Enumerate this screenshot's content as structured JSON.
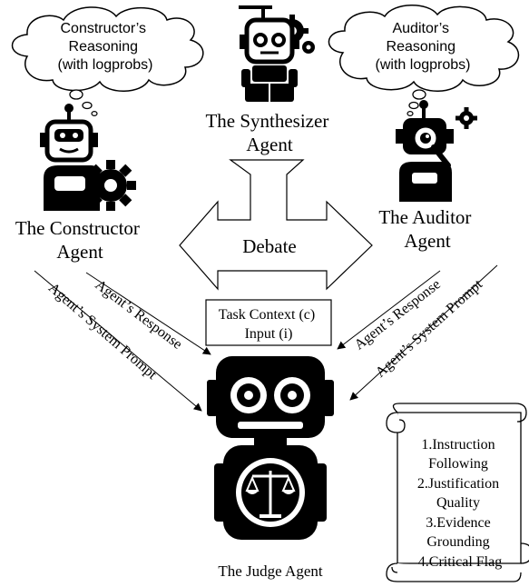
{
  "clouds": {
    "constructor": [
      "Constructor’s",
      "Reasoning",
      "(with logprobs)"
    ],
    "auditor": [
      "Auditor’s",
      "Reasoning",
      "(with logprobs)"
    ]
  },
  "agents": {
    "synthesizer": [
      "The Synthesizer",
      "Agent"
    ],
    "constructor": [
      "The Constructor",
      "Agent"
    ],
    "auditor": [
      "The Auditor",
      "Agent"
    ],
    "judge": "The Judge Agent"
  },
  "debate_label": "Debate",
  "task_box": [
    "Task Context (c)",
    "Input (i)"
  ],
  "arrow_labels": {
    "left_response": "Agent’s Response",
    "left_prompt": "Agent’s System Prompt",
    "right_response": "Agent’s Response",
    "right_prompt": "Agent’s System Prompt"
  },
  "criteria": [
    "1.Instruction",
    "Following",
    "2.Justification",
    "Quality",
    "3.Evidence",
    "Grounding",
    "4.Critical Flag"
  ],
  "icons": {
    "constructor": "robot-with-gear-icon",
    "synthesizer": "robot-with-gears-icon",
    "auditor": "robot-with-magnifier-icon",
    "judge": "robot-with-scales-icon",
    "criteria": "scroll-icon"
  }
}
